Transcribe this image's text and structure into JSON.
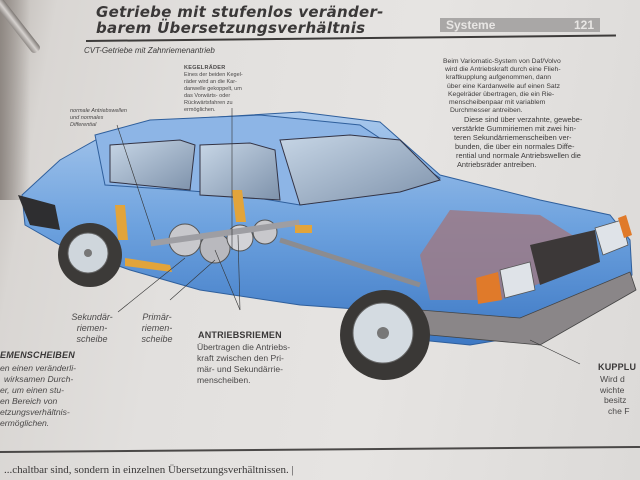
{
  "header": {
    "title_line1": "Getriebe mit stufenlos veränder-",
    "title_line2": "barem Übersetzungsverhältnis",
    "section": "Systeme",
    "page_number": "121"
  },
  "figure": {
    "subtitle": "CVT-Getriebe mit Zahnriemenantrieb",
    "kegelraeder": {
      "heading": "KEGELRÄDER",
      "lines": [
        "Eines der beiden Kegel-",
        "räder wird an die Kar-",
        "danwelle gekoppelt, um",
        "das Vorwärts- oder",
        "Rückwärtsfahren zu",
        "ermöglichen."
      ]
    },
    "antriebswellen_label": {
      "lines": [
        "normale Antriebswellen",
        "und normales",
        "Differential"
      ]
    },
    "sekundaer_label": {
      "lines": [
        "Sekundär-",
        "riemen-",
        "scheibe"
      ]
    },
    "primaer_label": {
      "lines": [
        "Primär-",
        "riemen-",
        "scheibe"
      ]
    },
    "antriebsriemen": {
      "heading": "ANTRIEBSRIEMEN",
      "lines": [
        "Übertragen die Antriebs-",
        "kraft zwischen den Pri-",
        "mär- und Sekundärrie-",
        "menscheiben."
      ]
    },
    "riemenscheiben": {
      "heading": "EMENSCHEIBEN",
      "lines": [
        "en einen veränderli-",
        "wirksamen Durch-",
        "er, um einen stu-",
        "en Bereich von",
        "etzungsverhältnis-",
        "ermöglichen."
      ]
    },
    "kupplung": {
      "heading": "KUPPLU",
      "lines": [
        "Wird d",
        "wichte",
        "besitz",
        "che F"
      ]
    }
  },
  "intro_text": {
    "paragraph1": [
      "Beim Variomatic-System von Daf/Volvo",
      "wird die Antriebskraft durch eine Flieh-",
      "kraftkupplung aufgenommen, dann",
      "über eine Kardanwelle auf einen Satz",
      "Kegelräder übertragen, die ein Rie-",
      "menscheibenpaar mit variablem",
      "Durchmesser antreiben."
    ],
    "paragraph2": [
      "Diese sind über verzahnte, gewebe-",
      "verstärkte Gummiriemen mit zwei hin-",
      "teren Sekundärriemenscheiben ver-",
      "bunden, die über ein normales Diffe-",
      "rential und normale Antriebswellen die",
      "Antriebsräder antreiben."
    ]
  },
  "footer": {
    "text": "...chaltbar sind, sondern in einzelnen Übersetzungsverhältnissen. |"
  },
  "colors": {
    "car_body": "#5b93d6",
    "car_highlight": "#a9c8ec",
    "engine_pink": "#9c7a86",
    "section_tab": "#a9a7a6",
    "text": "#3d3b3b"
  }
}
